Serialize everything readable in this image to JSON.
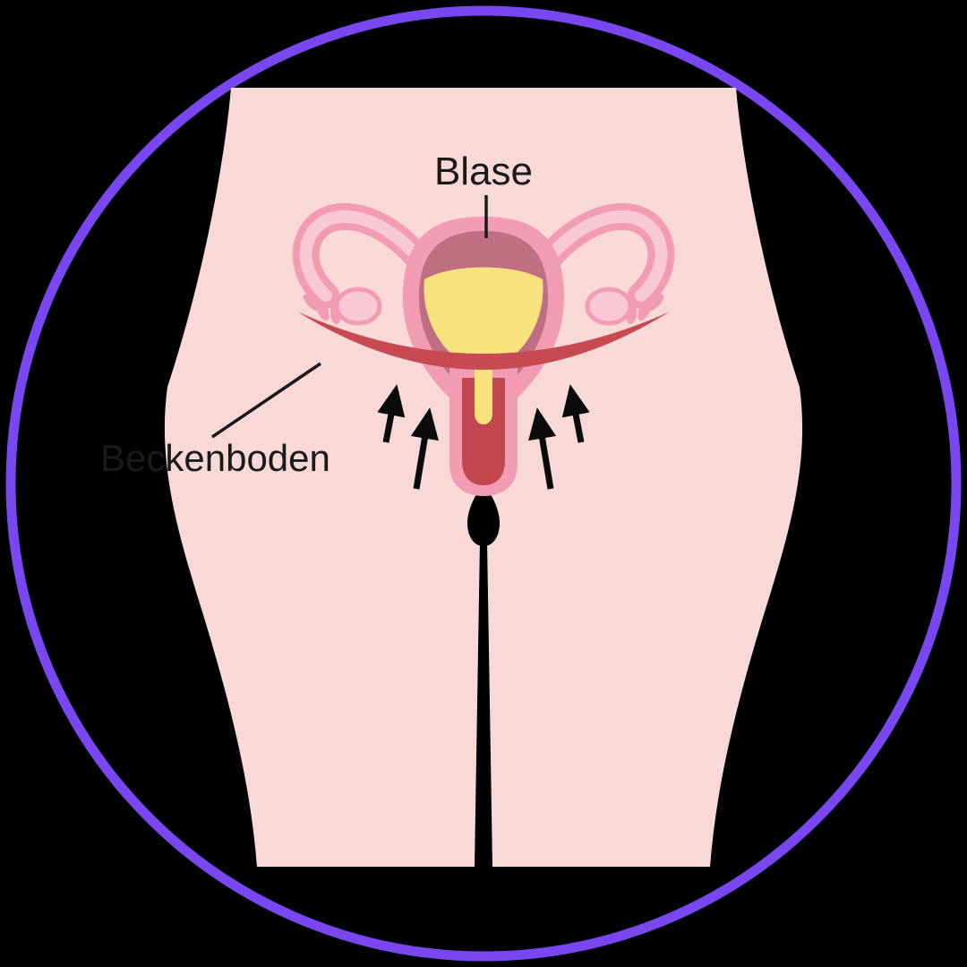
{
  "diagram": {
    "type": "medical-illustration",
    "subject": "female pelvic anatomy with bladder and pelvic floor",
    "labels": {
      "bladder": "Blase",
      "pelvic_floor": "Beckenboden"
    },
    "icons": [
      "up-arrow-icon",
      "up-arrow-icon",
      "up-arrow-icon",
      "up-arrow-icon"
    ],
    "colors": {
      "background": "#000000",
      "ring": "#7847F0",
      "skin": "#F8D9D8",
      "uterus_outer": "#F19CB2",
      "uterus_inner": "#C06F82",
      "tube_highlight": "#F8C9D4",
      "bladder_fill": "#F8E27D",
      "pelvic_floor": "#C74A52",
      "canal_inner": "#C2454F",
      "arrow": "#0B0B0B",
      "label_text": "#1A1A1A"
    }
  }
}
